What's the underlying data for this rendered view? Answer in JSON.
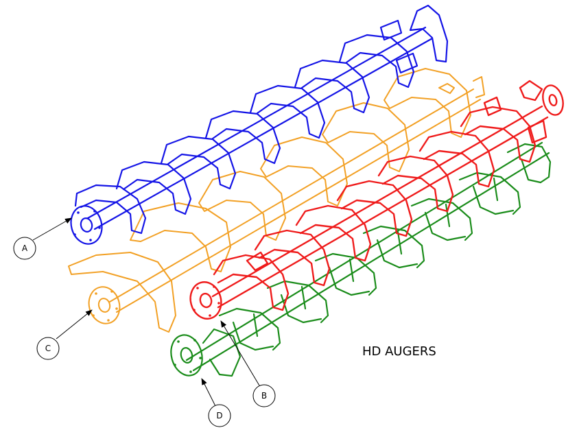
{
  "title": "HD AUGERS",
  "callouts": [
    {
      "letter": "A"
    },
    {
      "letter": "B"
    },
    {
      "letter": "C"
    },
    {
      "letter": "D"
    }
  ],
  "augers": [
    {
      "callout": "A",
      "color": "#1414e6"
    },
    {
      "callout": "C",
      "color": "#f2a024"
    },
    {
      "callout": "B",
      "color": "#ef1b1b"
    },
    {
      "callout": "D",
      "color": "#1a8c1a"
    }
  ]
}
